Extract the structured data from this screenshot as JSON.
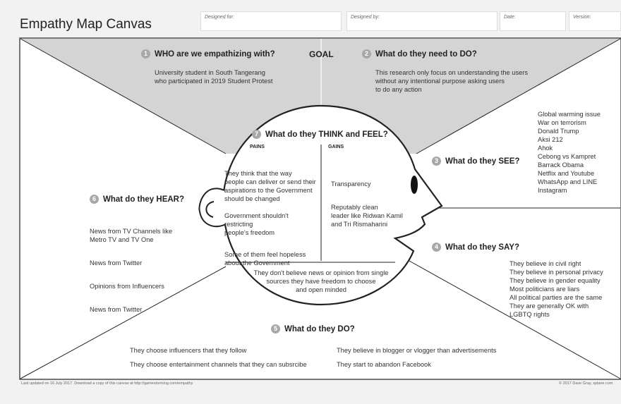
{
  "header": {
    "title": "Empathy Map Canvas",
    "fields": {
      "designed_for": "Designed for:",
      "designed_by": "Designed by:",
      "date": "Date:",
      "version": "Version:"
    }
  },
  "goal": "GOAL",
  "who": {
    "number": "1",
    "title": "WHO are we empathizing with?",
    "lines": [
      "University student in South Tangerang",
      "who participated in 2019 Student Protest"
    ]
  },
  "need_to_do": {
    "number": "2",
    "title": "What do they need to DO?",
    "lines": [
      "This research only focus on understanding the users",
      "without any intentional purpose asking users",
      "to do any action"
    ]
  },
  "see": {
    "number": "3",
    "title": "What do they SEE?",
    "items": [
      "Global warming issue",
      "War on terrorism",
      "Donald Trump",
      "Aksi 212",
      "Ahok",
      "Cebong vs Kampret",
      "Barrack Obama",
      "Netflix and Youtube",
      "WhatsApp and LINE",
      "Instagram"
    ]
  },
  "say": {
    "number": "4",
    "title": "What do they SAY?",
    "items": [
      "They believe in civil right",
      "They believe in personal privacy",
      "They believe in gender equality",
      "Most politicians are liars",
      "All political parties are the same",
      "They are generally OK with",
      "LGBTQ rights"
    ]
  },
  "do": {
    "number": "5",
    "title": "What do they DO?",
    "left": [
      "They choose influencers that they follow",
      "They choose entertainment channels that they can subsrcibe"
    ],
    "right": [
      "They believe in blogger or vlogger than advertisements",
      "They start to abandon Facebook"
    ]
  },
  "hear": {
    "number": "6",
    "title": "What do they HEAR?",
    "items": [
      "News from TV Channels like\nMetro TV and TV One",
      "News from Twitter",
      "Opinions from Influencers",
      "News from Twitter"
    ]
  },
  "think_feel": {
    "number": "7",
    "title": "What do they THINK and FEEL?",
    "pains_label": "PAINS",
    "gains_label": "GAINS",
    "pains": [
      "They think that the way\npeople can deliver or send their\naspirations to the Government\nshould be changed",
      "Government shouldn't\nrestricting\npeople's freedom",
      "Some of them feel hopeless\nabout the Government"
    ],
    "gains": [
      "Transparency",
      "Reputably clean\nleader like Ridwan Kamil\nand Tri Rismaharini"
    ],
    "bottom": "They don't believe news or opinion from single\nsources they have freedom to choose\nand open minded"
  },
  "footer": {
    "left": "Last updated on 16 July 2017. Download a copy of this canvas at http://gamestorming.com/empathy",
    "right": "© 2017 Dave Gray, xplane.com"
  }
}
